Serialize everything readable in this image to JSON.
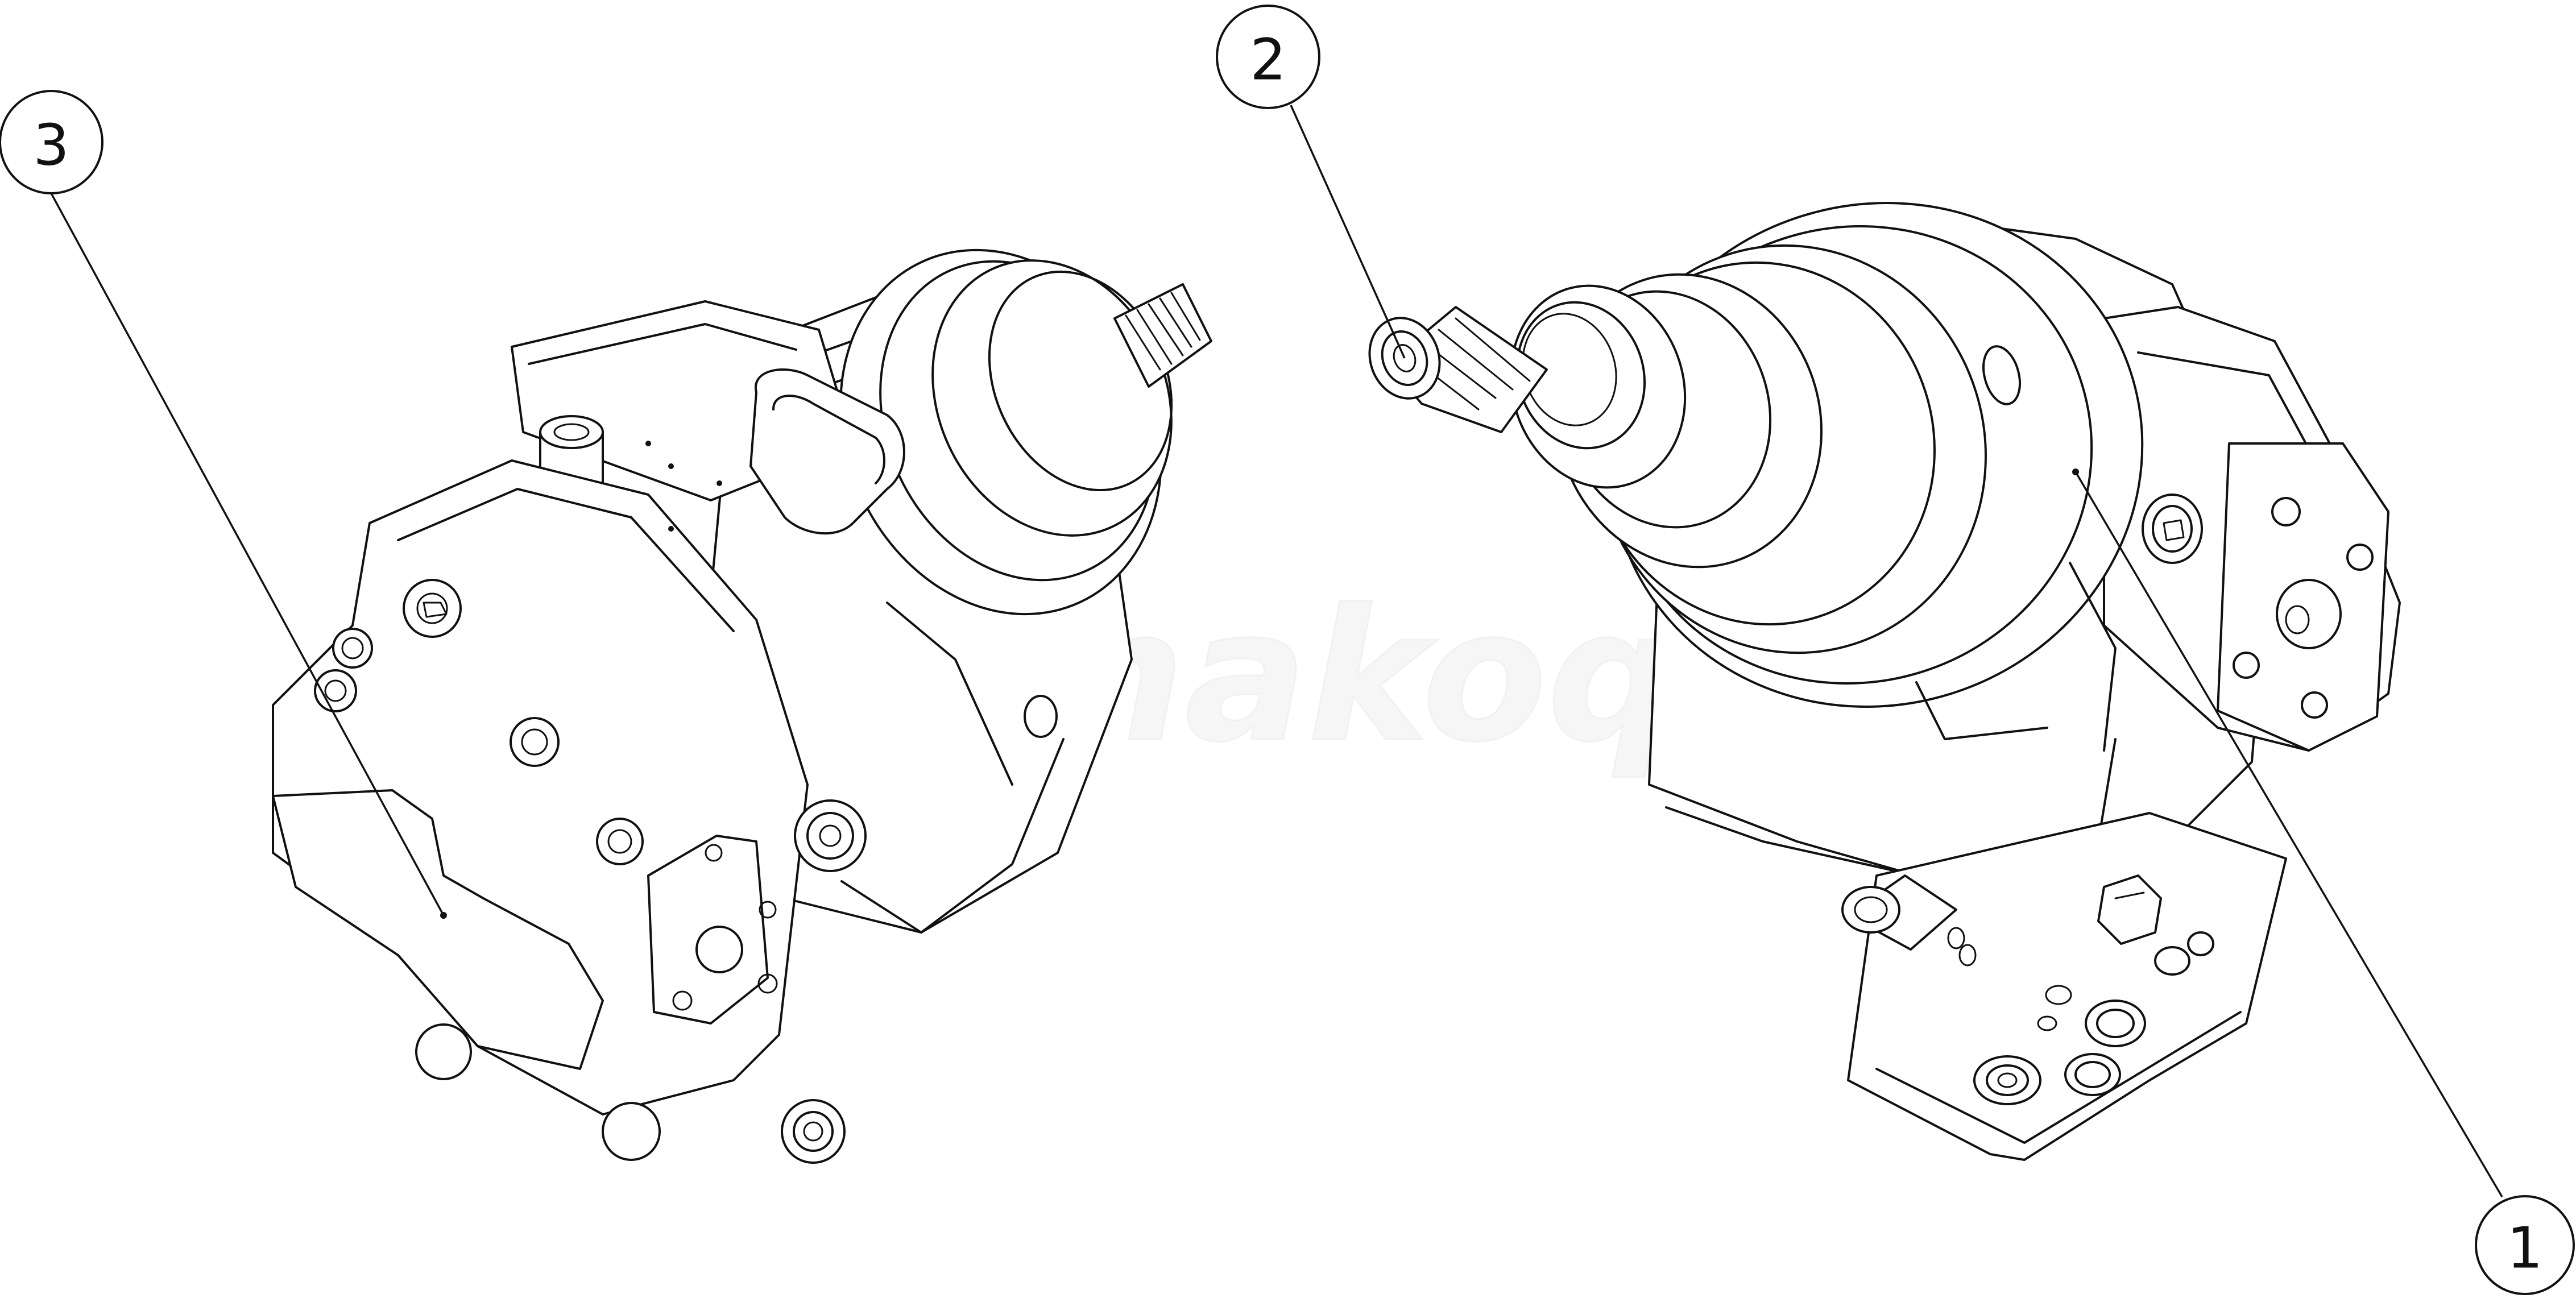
{
  "diagram": {
    "callouts": [
      {
        "id": "callout-1",
        "label": "1"
      },
      {
        "id": "callout-2",
        "label": "2"
      },
      {
        "id": "callout-3",
        "label": "3"
      }
    ],
    "watermark": {
      "text": "winakoq"
    }
  }
}
